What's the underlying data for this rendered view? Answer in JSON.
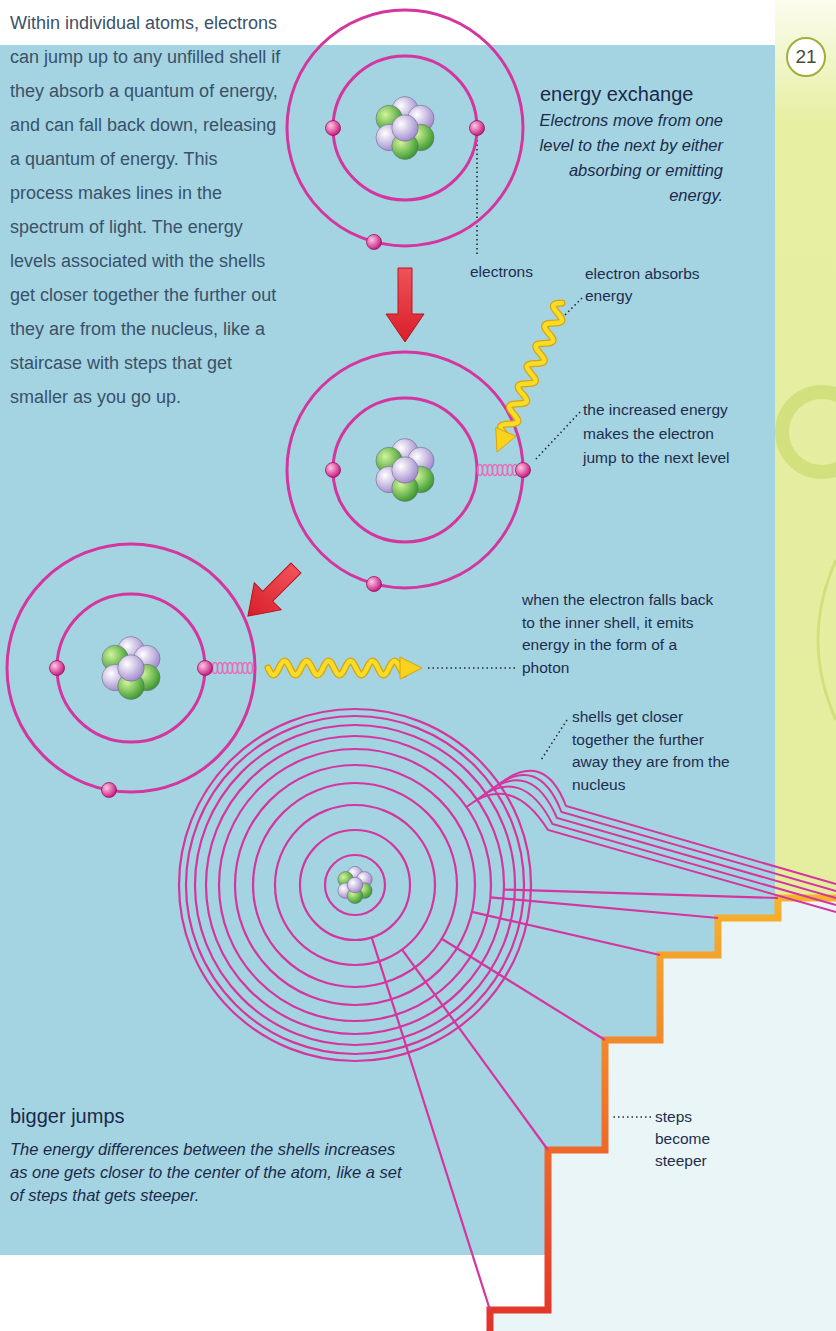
{
  "diagram": {
    "nodes": [
      {
        "text": [
          "21"
        ]
      }
    ],
    "labels": [
      "Within individual atoms, electrons can jump up to any unfilled shell if they absorb a quantum of energy, and can fall back down, releasing a quantum of energy. This process makes lines in the spectrum of light. The energy levels associated with the shells get closer together the further out they are from the nucleus, like a staircase with steps that get smaller as you go up.",
      "energy exchange",
      "Electrons move from one level to the next by either absorbing or emitting energy.",
      "electrons",
      "electron absorbs energy",
      "the increased energy makes the electron jump to the next level",
      "when the electron falls back to the inner shell, it emits energy in the form of a photon",
      "shells get closer together the further away they are from the nucleus",
      "steps become steeper",
      "bigger jumps",
      "The energy differences between the shells increases as one gets closer to the center of the atom, like a set of steps that gets steeper."
    ]
  }
}
